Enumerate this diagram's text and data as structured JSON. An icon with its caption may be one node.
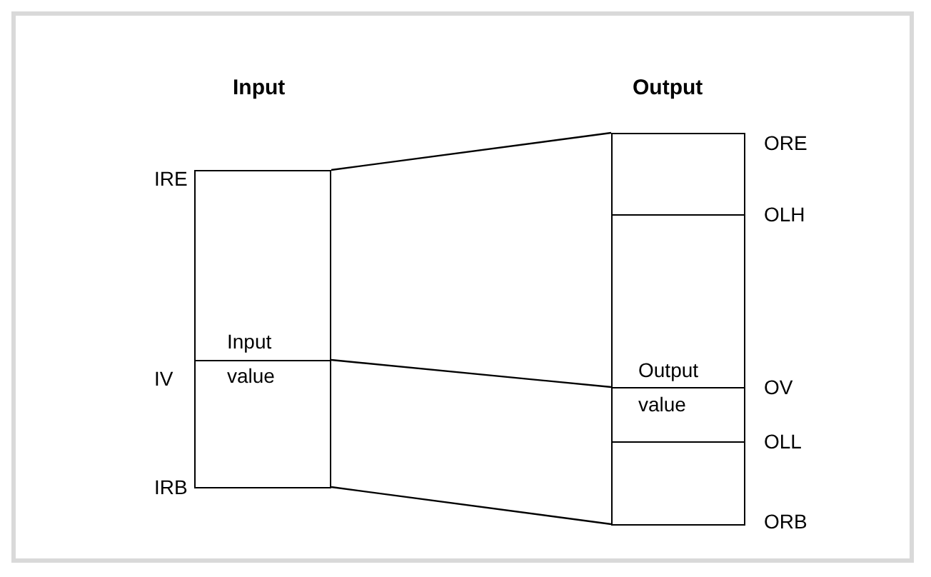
{
  "diagram": {
    "nodes": [
      {
        "text": [
          "Input",
          "Input value"
        ]
      },
      {
        "text": [
          "Output",
          "Output value"
        ]
      }
    ],
    "edges": [
      {
        "from": 0,
        "to": 1,
        "arrow": "none"
      },
      {
        "from": 0,
        "to": 1,
        "arrow": "none"
      },
      {
        "from": 0,
        "to": 1,
        "arrow": "none"
      }
    ],
    "labels": [
      "IRE",
      "IV",
      "IRB",
      "ORE",
      "OLH",
      "OV",
      "OLL",
      "ORB"
    ]
  }
}
